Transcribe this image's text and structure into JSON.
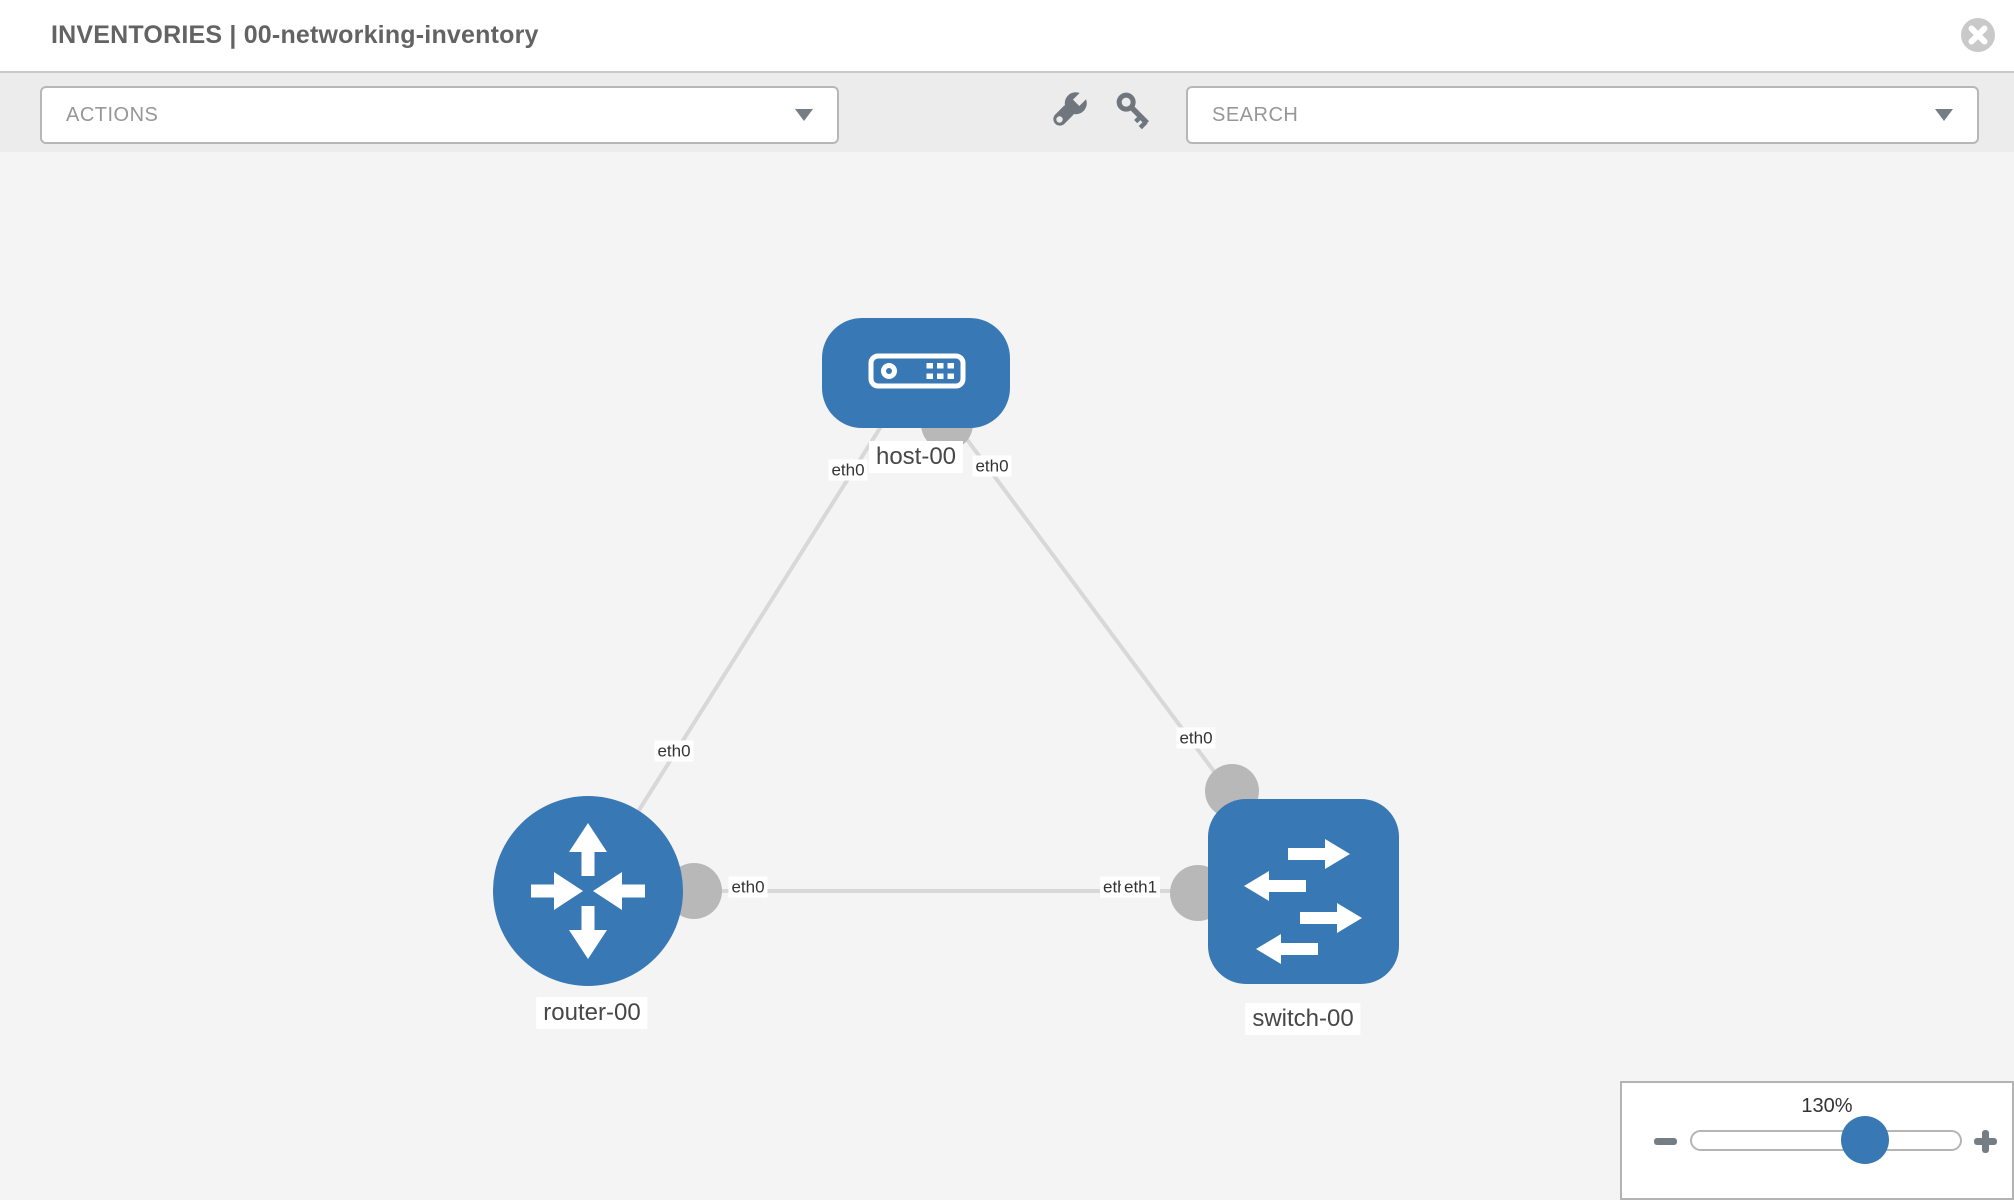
{
  "header": {
    "title": "INVENTORIES | 00-networking-inventory"
  },
  "toolbar": {
    "actions_label": "ACTIONS",
    "search_label": "SEARCH"
  },
  "topology": {
    "nodes": [
      {
        "label": "host-00",
        "type": "host",
        "shape": "rounded-rect"
      },
      {
        "label": "router-00",
        "type": "router",
        "shape": "circle"
      },
      {
        "label": "switch-00",
        "type": "switch",
        "shape": "rounded-square"
      }
    ],
    "links": [
      {
        "source": "host-00",
        "target": "router-00",
        "source_label": "eth0",
        "target_label": "eth0"
      },
      {
        "source": "host-00",
        "target": "switch-00",
        "source_label": "eth0",
        "target_label": "eth0"
      },
      {
        "source": "router-00",
        "target": "switch-00",
        "source_label": "eth0",
        "target_label_under": "eth0",
        "target_label_over": "eth1"
      }
    ]
  },
  "zoom_control": {
    "level": "130%"
  },
  "icons": {
    "close": "circle-x-icon",
    "configure": "wrench-icon",
    "credentials": "key-icon",
    "dropdown_caret": "chevron-down-icon",
    "zoom_out": "minus-icon",
    "zoom_in": "plus-icon"
  },
  "colors": {
    "accent_blue": "#3878b4",
    "node_blue": "#3878b4",
    "endpoint_gray": "#b8b8b8",
    "edge_gray": "#d8d8d8",
    "canvas_bg": "#f4f4f4",
    "toolbar_bg": "#ececec",
    "border_gray": "#b7b7b7",
    "icon_gray": "#70767d",
    "close_gray": "#c9c9c9",
    "title_text": "#636363",
    "muted_text": "#979797",
    "label_text": "#333333"
  }
}
